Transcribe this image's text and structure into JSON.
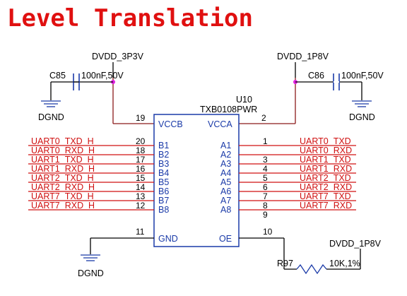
{
  "title": "Level Translation",
  "ic": {
    "ref": "U10",
    "part": "TXB0108PWR",
    "power_pins": [
      {
        "name": "VCCB",
        "num": "19"
      },
      {
        "name": "VCCA",
        "num": "2"
      }
    ],
    "left_pins": [
      {
        "name": "B1",
        "num": "20",
        "net": "UART0_TXD_H"
      },
      {
        "name": "B2",
        "num": "18",
        "net": "UART0_RXD_H"
      },
      {
        "name": "B3",
        "num": "17",
        "net": "UART1_TXD_H"
      },
      {
        "name": "B4",
        "num": "16",
        "net": "UART1_RXD_H"
      },
      {
        "name": "B5",
        "num": "15",
        "net": "UART2_TXD_H"
      },
      {
        "name": "B6",
        "num": "14",
        "net": "UART2_RXD_H"
      },
      {
        "name": "B7",
        "num": "13",
        "net": "UART7_TXD_H"
      },
      {
        "name": "B8",
        "num": "12",
        "net": "UART7_RXD_H"
      }
    ],
    "right_pins": [
      {
        "name": "A1",
        "num": "1",
        "net": "UART0_TXD"
      },
      {
        "name": "A2",
        "num": "3",
        "net": "UART0_RXD"
      },
      {
        "name": "A3",
        "num": "4",
        "net": "UART1_TXD"
      },
      {
        "name": "A4",
        "num": "5",
        "net": "UART1_RXD"
      },
      {
        "name": "A5",
        "num": "6",
        "net": "UART2_TXD"
      },
      {
        "name": "A6",
        "num": "7",
        "net": "UART2_RXD"
      },
      {
        "name": "A7",
        "num": "8",
        "net": "UART7_TXD"
      },
      {
        "name": "A8",
        "num": "9",
        "net": "UART7_RXD"
      }
    ],
    "gnd_pin": {
      "name": "GND",
      "num": "11"
    },
    "oe_pin": {
      "name": "OE",
      "num": "10"
    }
  },
  "power": {
    "left_rail": "DVDD_3P3V",
    "right_rail": "DVDD_1P8V",
    "oe_rail": "DVDD_1P8V"
  },
  "grounds": {
    "left_cap": "DGND",
    "right_cap": "DGND",
    "ic": "DGND"
  },
  "capacitors": [
    {
      "ref": "C85",
      "value": "100nF,50V"
    },
    {
      "ref": "C86",
      "value": "100nF,50V"
    }
  ],
  "resistor": {
    "ref": "R97",
    "value": "10K,1%"
  },
  "colors": {
    "title": "#e01010",
    "net": "#d01010",
    "wire": "#8b1a1a",
    "component": "#1a3aa8",
    "junction": "#e020e0"
  }
}
